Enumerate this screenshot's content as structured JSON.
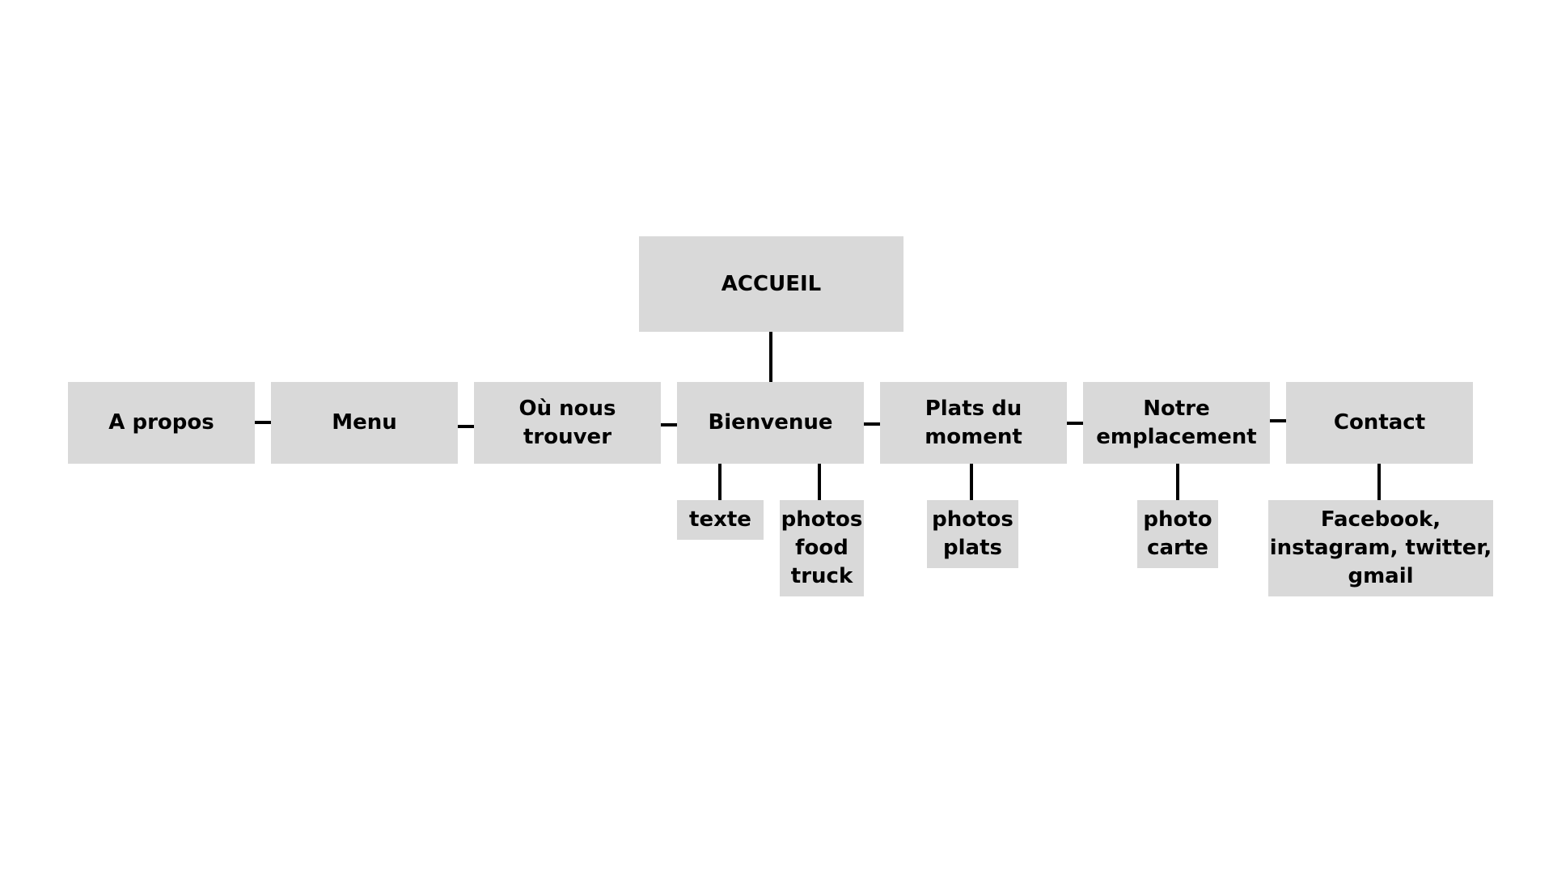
{
  "diagram": {
    "root": {
      "label": "ACCUEIL"
    },
    "pages": [
      {
        "label": "A propos"
      },
      {
        "label": "Menu"
      },
      {
        "label": "Où nous trouver"
      },
      {
        "label": "Bienvenue"
      },
      {
        "label": "Plats du\nmoment"
      },
      {
        "label": "Notre\nemplacement"
      },
      {
        "label": "Contact"
      }
    ],
    "children": {
      "bienvenue": [
        {
          "label": "texte"
        },
        {
          "label": "photos\nfood\ntruck"
        }
      ],
      "plats": [
        {
          "label": "photos\nplats"
        }
      ],
      "emplacement": [
        {
          "label": "photo\ncarte"
        }
      ],
      "contact": [
        {
          "label": "Facebook,\ninstagram, twitter,\ngmail"
        }
      ]
    },
    "colors": {
      "box_fill": "#d9d9d9",
      "connector": "#000000",
      "text": "#000000",
      "background": "#ffffff"
    }
  }
}
